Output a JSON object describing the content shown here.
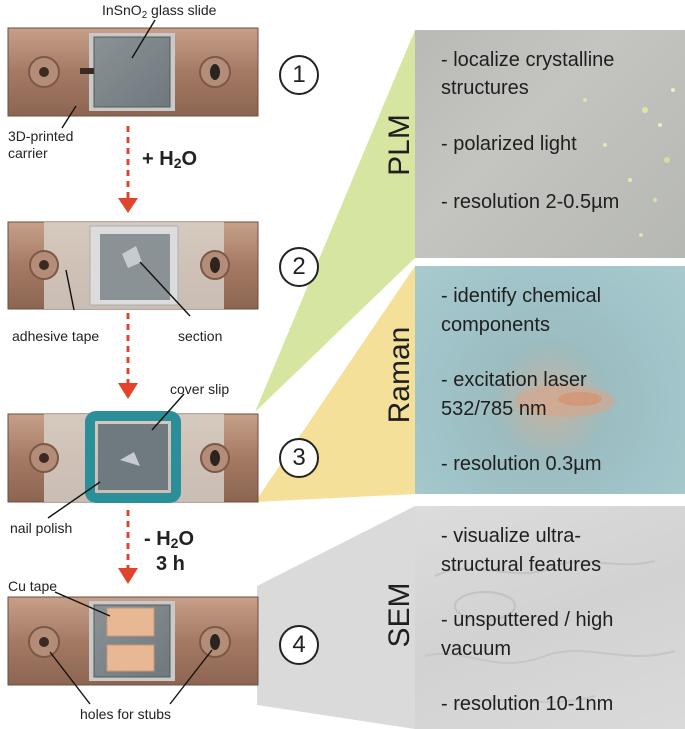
{
  "labels": {
    "glass_slide_pre": "InSnO",
    "glass_slide_sub": "2",
    "glass_slide_post": " glass slide",
    "carrier_line1": "3D-printed",
    "carrier_line2": "carrier",
    "adhesive_tape": "adhesive tape",
    "section": "section",
    "cover_slip": "cover slip",
    "nail_polish": "nail polish",
    "cu_tape": "Cu tape",
    "holes_for_stubs": "holes for stubs"
  },
  "arrows": {
    "add_water_pre": "+ H",
    "add_water_sub": "2",
    "add_water_post": "O",
    "remove_water_pre": "- H",
    "remove_water_sub": "2",
    "remove_water_post": "O",
    "remove_water_time": "3 h"
  },
  "steps": [
    "1",
    "2",
    "3",
    "4"
  ],
  "panels": [
    {
      "technique": "PLM",
      "lines": [
        "- localize crystalline",
        "structures",
        "- polarized light",
        "- resolution 2-0.5µm"
      ]
    },
    {
      "technique": "Raman",
      "lines": [
        "- identify chemical",
        "components",
        "- excitation laser",
        "532/785 nm",
        "- resolution 0.3µm"
      ]
    },
    {
      "technique": "SEM",
      "lines": [
        "- visualize ultra-",
        "structural features",
        "- unsputtered / high",
        "vacuum",
        "- resolution 10-1nm"
      ]
    }
  ],
  "colors": {
    "arrow": "#e0452b",
    "plm_wedge": "#c9dc8a",
    "raman_wedge": "#f3dc8c",
    "sem_wedge": "#d5d5d5",
    "nail_polish": "#2a8f98",
    "cu_tape": "#e8b894"
  }
}
